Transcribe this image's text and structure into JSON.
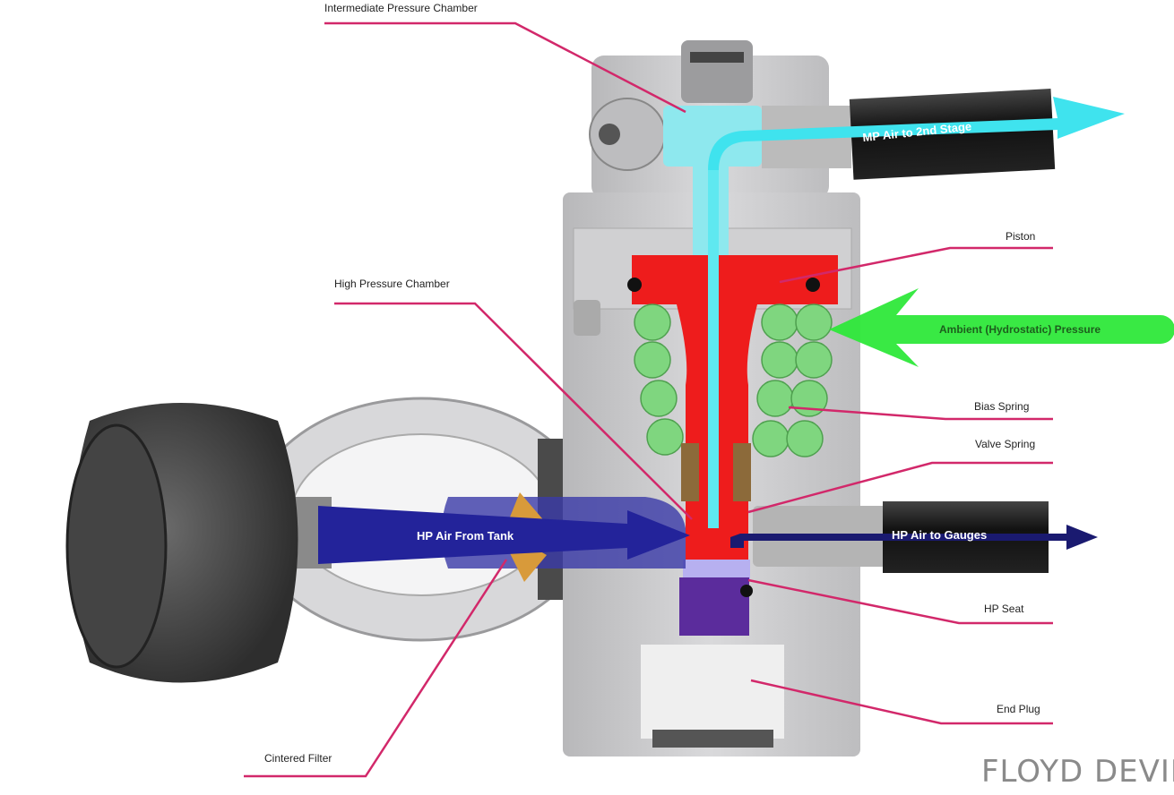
{
  "labels": {
    "intermediate_pressure_chamber": "Intermediate Pressure Chamber",
    "piston": "Piston",
    "high_pressure_chamber": "High Pressure Chamber",
    "bias_spring": "Bias Spring",
    "valve_spring": "Valve Spring",
    "hp_seat": "HP Seat",
    "end_plug": "End Plug",
    "cintered_filter": "Cintered Filter"
  },
  "arrows": {
    "mp_air": "MP Air to 2nd Stage",
    "ambient": "Ambient (Hydrostatic) Pressure",
    "hp_from_tank": "HP Air From Tank",
    "hp_to_gauges": "HP Air to Gauges"
  },
  "watermark": "FLOYD DEVINE",
  "colors": {
    "leader": "#d2286a",
    "mp_air": "#3fe3ee",
    "ambient": "#2ee83a",
    "piston": "#ee1c1c",
    "hp_air": "#23239a",
    "hp_seat": "#5a2a9a",
    "spring": "#7fd67f",
    "body": "#c9c9cb"
  }
}
